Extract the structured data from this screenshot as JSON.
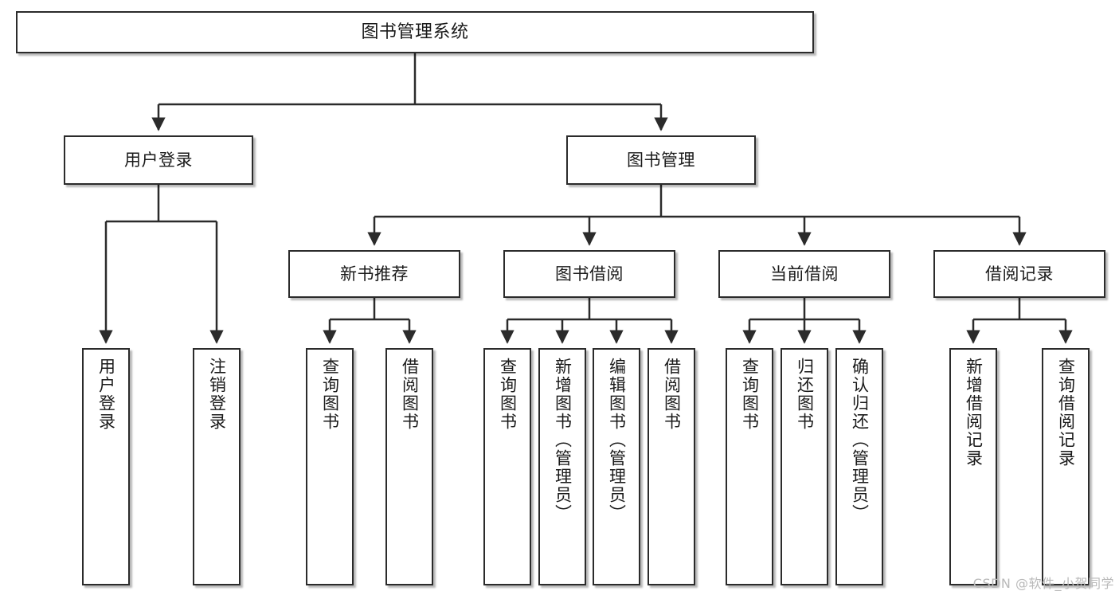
{
  "diagram": {
    "title": "图书管理系统",
    "type": "hierarchy-tree",
    "colors": {
      "box_border": "#2b2b2b",
      "box_fill": "#ffffff",
      "connector": "#2b2b2b",
      "watermark": "#b9b9b9",
      "background": "#ffffff"
    },
    "levels": {
      "level0": [
        {
          "id": "root",
          "label": "图书管理系统"
        }
      ],
      "level1": [
        {
          "id": "user-login",
          "label": "用户登录"
        },
        {
          "id": "book-management",
          "label": "图书管理"
        }
      ],
      "level2": [
        {
          "id": "new-book-recommend",
          "label": "新书推荐"
        },
        {
          "id": "book-borrow",
          "label": "图书借阅"
        },
        {
          "id": "current-borrow",
          "label": "当前借阅"
        },
        {
          "id": "borrow-record",
          "label": "借阅记录"
        }
      ],
      "level3": [
        {
          "id": "leaf-user-login",
          "label": "用户登录",
          "parent": "user-login"
        },
        {
          "id": "leaf-logout-login",
          "label": "注销登录",
          "parent": "user-login"
        },
        {
          "id": "leaf-query-book-1",
          "label": "查询图书",
          "parent": "new-book-recommend"
        },
        {
          "id": "leaf-borrow-book-1",
          "label": "借阅图书",
          "parent": "new-book-recommend"
        },
        {
          "id": "leaf-query-book-2",
          "label": "查询图书",
          "parent": "book-borrow"
        },
        {
          "id": "leaf-add-book",
          "label": "新增图书（管理员）",
          "parent": "book-borrow"
        },
        {
          "id": "leaf-edit-book",
          "label": "编辑图书（管理员）",
          "parent": "book-borrow"
        },
        {
          "id": "leaf-borrow-book-2",
          "label": "借阅图书",
          "parent": "book-borrow"
        },
        {
          "id": "leaf-query-book-3",
          "label": "查询图书",
          "parent": "current-borrow"
        },
        {
          "id": "leaf-return-book",
          "label": "归还图书",
          "parent": "current-borrow"
        },
        {
          "id": "leaf-confirm-return",
          "label": "确认归还（管理员）",
          "parent": "current-borrow"
        },
        {
          "id": "leaf-add-record",
          "label": "新增借阅记录",
          "parent": "borrow-record"
        },
        {
          "id": "leaf-query-record",
          "label": "查询借阅记录",
          "parent": "borrow-record"
        }
      ]
    },
    "watermark": "CSDN @软件_小贺同学"
  }
}
